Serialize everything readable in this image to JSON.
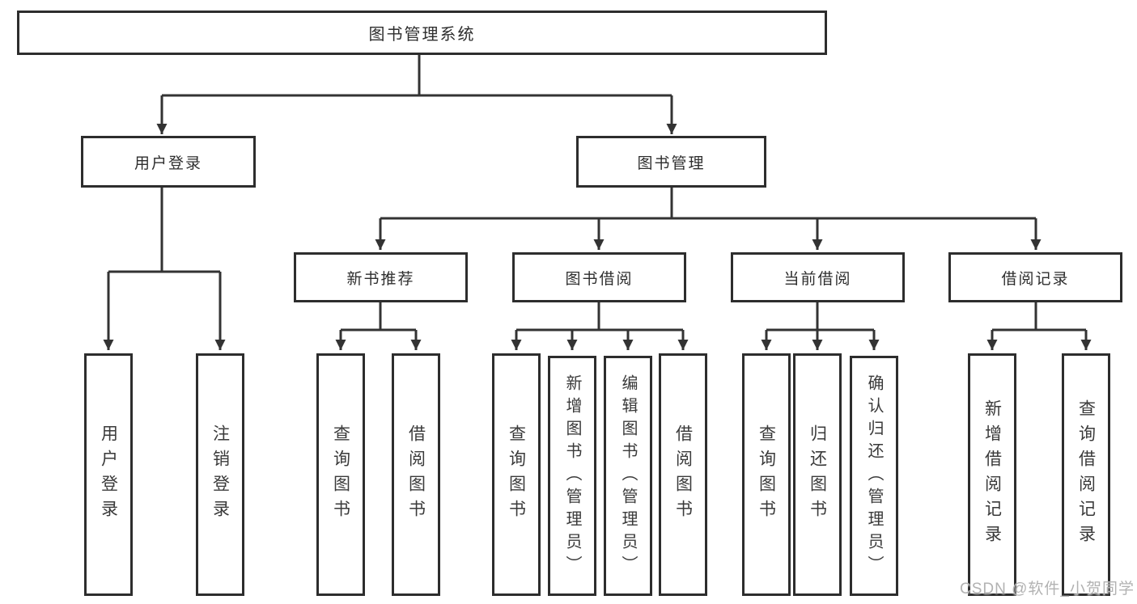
{
  "tree": {
    "root": {
      "label": "图书管理系统",
      "children": [
        {
          "label": "用户登录",
          "children": [
            {
              "label": "用户登录"
            },
            {
              "label": "注销登录"
            }
          ]
        },
        {
          "label": "图书管理",
          "children": [
            {
              "label": "新书推荐",
              "children": [
                {
                  "label": "查询图书"
                },
                {
                  "label": "借阅图书"
                }
              ]
            },
            {
              "label": "图书借阅",
              "children": [
                {
                  "label": "查询图书"
                },
                {
                  "label": "新增图书（管理员）"
                },
                {
                  "label": "编辑图书（管理员）"
                },
                {
                  "label": "借阅图书"
                }
              ]
            },
            {
              "label": "当前借阅",
              "children": [
                {
                  "label": "查询图书"
                },
                {
                  "label": "归还图书"
                },
                {
                  "label": "确认归还（管理员）"
                }
              ]
            },
            {
              "label": "借阅记录",
              "children": [
                {
                  "label": "新增借阅记录"
                },
                {
                  "label": "查询借阅记录"
                }
              ]
            }
          ]
        }
      ]
    }
  },
  "watermark": {
    "text": "CSDN @软件_小贺同学"
  },
  "colors": {
    "line": "#333333",
    "box_border": "#2d2d2d",
    "text": "#2e2e2e",
    "watermark": "#b2b2b2",
    "background": "#ffffff"
  }
}
